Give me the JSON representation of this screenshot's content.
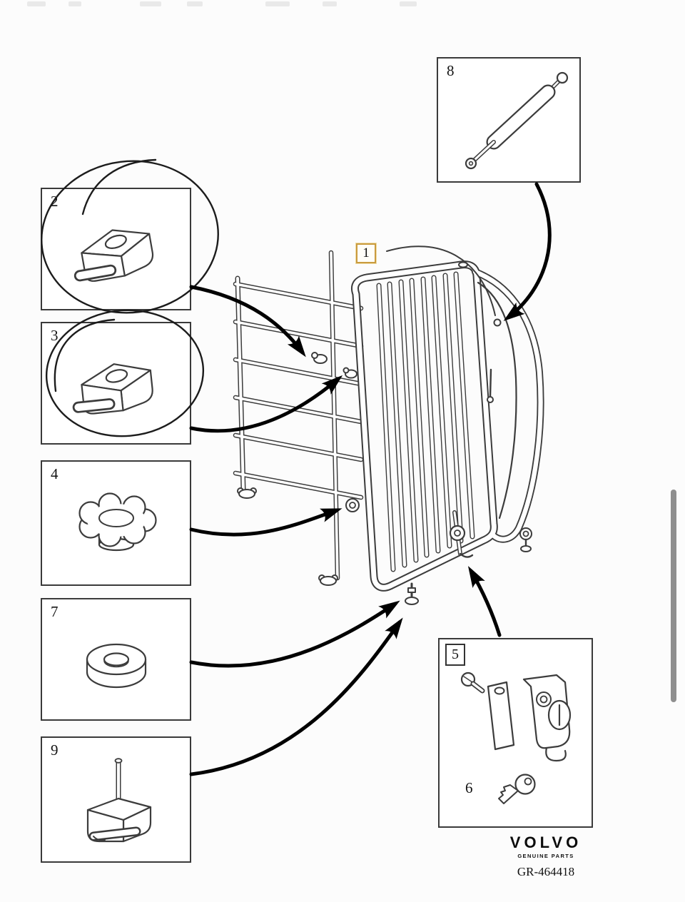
{
  "figure": {
    "callouts": {
      "1": "1",
      "2": "2",
      "3": "3",
      "4": "4",
      "5": "5",
      "6": "6",
      "7": "7",
      "8": "8",
      "9": "9"
    },
    "branding": {
      "logo": "VOLVO",
      "tagline": "GENUINE PARTS"
    },
    "part_number": "GR-464418",
    "highlight_color": "#c99b3f"
  }
}
